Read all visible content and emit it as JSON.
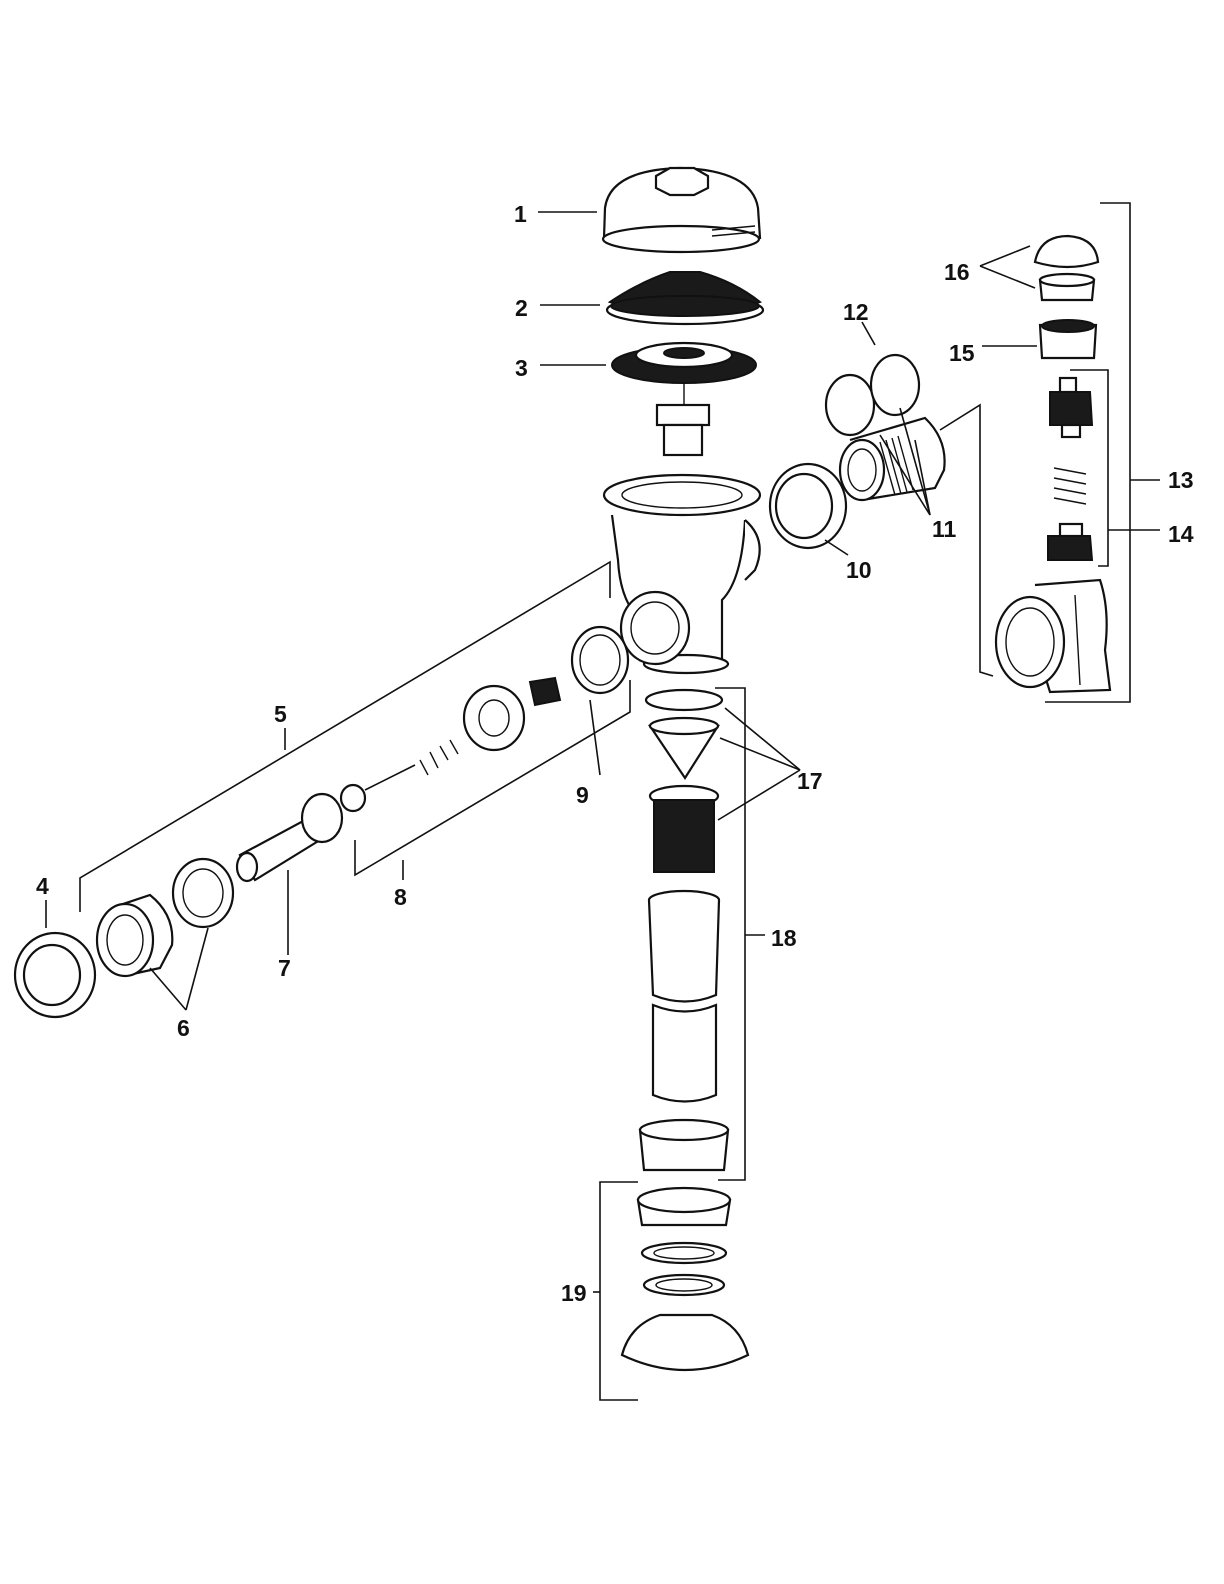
{
  "diagram": {
    "colors": {
      "ink": "#111111",
      "paper": "#ffffff"
    },
    "callouts": [
      "1",
      "2",
      "3",
      "4",
      "5",
      "6",
      "7",
      "8",
      "9",
      "10",
      "11",
      "12",
      "13",
      "14",
      "15",
      "16",
      "17",
      "18",
      "19"
    ]
  }
}
